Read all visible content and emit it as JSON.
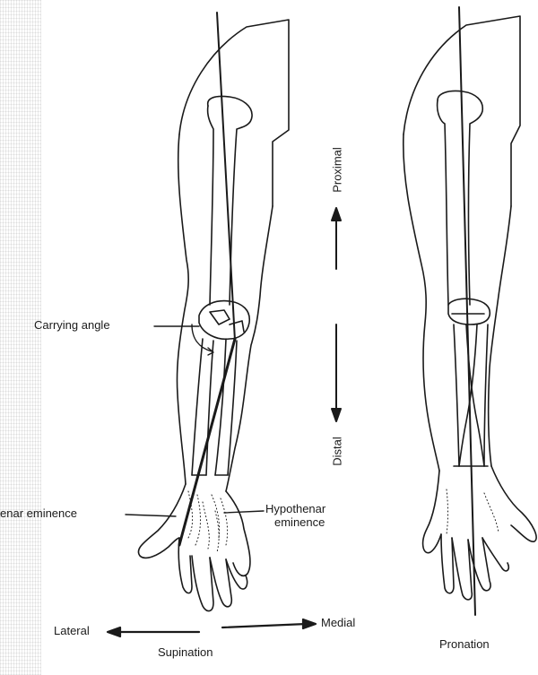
{
  "labels": {
    "carrying_angle": "Carrying angle",
    "thenar": "enar eminence",
    "hypothenar_line1": "Hypothenar",
    "hypothenar_line2": "eminence",
    "proximal": "Proximal",
    "distal": "Distal",
    "lateral": "Lateral",
    "medial": "Medial",
    "supination": "Supination",
    "pronation": "Pronation"
  },
  "colors": {
    "ink": "#1a1a1a",
    "paper": "#ffffff"
  }
}
